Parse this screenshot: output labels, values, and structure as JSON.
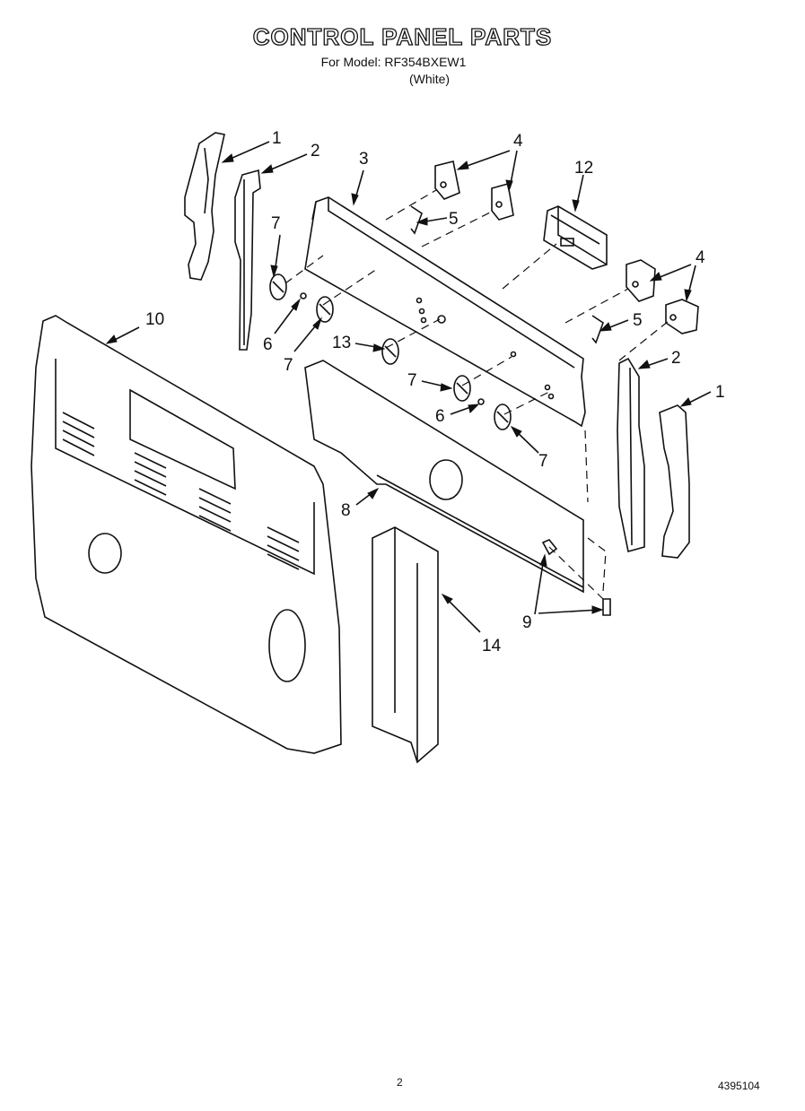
{
  "header": {
    "title": "CONTROL PANEL PARTS",
    "model_line": "For Model: RF354BXEW1",
    "color_line": "(White)"
  },
  "callouts": [
    "1",
    "2",
    "3",
    "4",
    "4",
    "5",
    "12",
    "7",
    "6",
    "7",
    "13",
    "7",
    "6",
    "7",
    "4",
    "5",
    "2",
    "1",
    "10",
    "8",
    "9",
    "14"
  ],
  "footer": {
    "page_number": "2",
    "document_number": "4395104"
  }
}
